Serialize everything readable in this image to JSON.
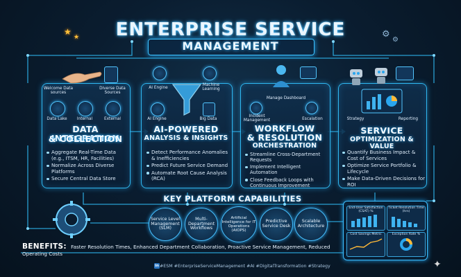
{
  "title": {
    "line1": "ENTERPRISE SERVICE",
    "line2": "MANAGEMENT"
  },
  "panels": [
    {
      "title_big": "DATA INTEGRATION",
      "title_small": "& COLLECTION",
      "labels": {
        "welcome": "Welcome Data sources",
        "diverse": "Diverse Data Sources",
        "lake": "Data Lake",
        "internal": "Internal",
        "external": "External"
      },
      "bullets": [
        "Aggregate Real-Time Data (e.g., ITSM, HR, Facilities)",
        "Normalize Across Diverse Platforms",
        "Secure Central Data Store"
      ]
    },
    {
      "title_big": "AI-POWERED",
      "title_small": "ANALYSIS & INSIGHTS",
      "labels": {
        "ai_engine_top": "AI Engine",
        "ml": "Machine Learning",
        "ai_engine": "AI Engine",
        "big_data": "Big Data"
      },
      "bullets": [
        "Detect Performance Anomalies & Inefficiencies",
        "Predict Future Service Demand",
        "Automate Root Cause Analysis (RCA)"
      ]
    },
    {
      "title_big1": "WORKFLOW",
      "title_big2": "& RESOLUTION",
      "title_small": "ORCHESTRATION",
      "labels": {
        "dashboard": "Manage Dashboard",
        "incident": "Incident Management",
        "escalation": "Escalation"
      },
      "bullets": [
        "Streamline Cross-Department Requests",
        "Implement Intelligent Automation",
        "Close Feedback Loops with Continuous Improvement"
      ]
    },
    {
      "title_big": "SERVICE",
      "title_small": "OPTIMIZATION & VALUE",
      "labels": {
        "strategy": "Strategy",
        "reporting": "Reporting"
      },
      "bullets": [
        "Quantify Business Impact & Cost of Services",
        "Optimize Service Portfolio & Lifecycle",
        "Make Data-Driven Decisions for ROI"
      ]
    }
  ],
  "capabilities": {
    "title": "KEY PLATFORM CAPABILITIES",
    "items": [
      "Service Level Management (SLM)",
      "Multi-Department Workflows",
      "Artificial Intelligence for IT Operations (AIOPS)",
      "Predictive Service Desk",
      "Scalable Architecture"
    ]
  },
  "benefits": {
    "label": "BENEFITS:",
    "text": "Faster Resolution Times, Enhanced Department Collaboration, Proactive Service Management, Reduced Operating Costs"
  },
  "dashboard": {
    "cards": [
      "End-User Satisfaction (CSAT) %",
      "Ticket Resolution Time (hrs)",
      "Cost Savings Metric",
      "Exception Rate %"
    ]
  },
  "footer": {
    "linkedin": "in",
    "hashtags": "#ESM #EnterpriseServiceManagement #AI #DigitalTransformation #Strategy"
  },
  "colors": {
    "accent": "#2fb7f0",
    "background": "#0a1d30",
    "star": "#ffc23a"
  }
}
